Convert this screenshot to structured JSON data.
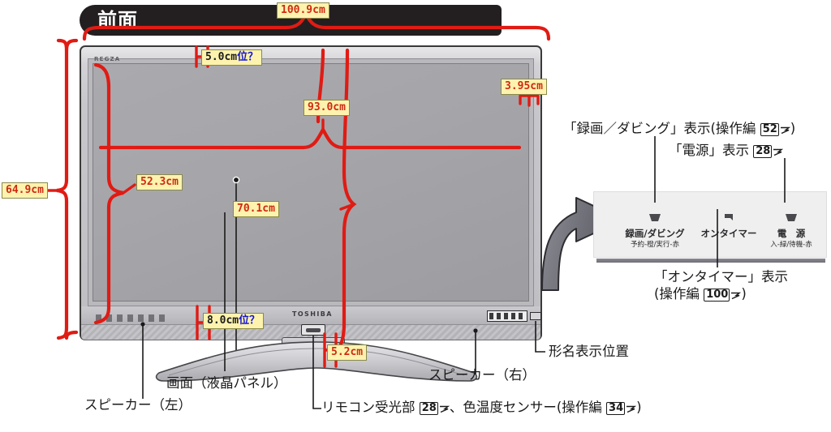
{
  "header": {
    "title": "前面"
  },
  "product": {
    "brand_top": "REGZA",
    "brand_bottom": "TOSHIBA"
  },
  "measurements": [
    {
      "id": "width-total",
      "value": "100.9cm",
      "kind": "plain"
    },
    {
      "id": "bezel-top",
      "value": "5.0cm",
      "suffix": "位？",
      "kind": "question"
    },
    {
      "id": "height-total",
      "value": "64.9cm",
      "kind": "plain"
    },
    {
      "id": "screen-width",
      "value": "93.0cm",
      "kind": "plain"
    },
    {
      "id": "bezel-right",
      "value": "3.95cm",
      "kind": "plain"
    },
    {
      "id": "screen-height",
      "value": "52.3cm",
      "kind": "plain"
    },
    {
      "id": "screen-diagonal",
      "value": "70.1cm",
      "kind": "plain"
    },
    {
      "id": "bezel-bottom",
      "value": "8.0cm",
      "suffix": "位？",
      "kind": "question"
    },
    {
      "id": "stand-height",
      "value": "5.2cm",
      "kind": "plain"
    }
  ],
  "callouts": {
    "rec_dub_indicator": {
      "pre": "「録画／ダビング」表示(操作編 ",
      "page": "52",
      "post": ")"
    },
    "power_indicator": {
      "pre": "「電源」表示 ",
      "page": "28",
      "post": ""
    },
    "on_timer_indicator_line1": "「オンタイマー」表示",
    "on_timer_indicator_line2": {
      "pre": "(操作編 ",
      "page": "100",
      "post": ")"
    },
    "model_name_position": "形名表示位置",
    "speaker_left": "スピーカー（左）",
    "speaker_right": "スピーカー（右）",
    "lcd_panel": "画面（液晶パネル）",
    "remote_sensor": {
      "pre": "リモコン受光部 ",
      "page1": "28",
      "mid": "、色温度センサー(操作編 ",
      "page2": "34",
      "post": ")"
    }
  },
  "indicator_panel": {
    "columns": [
      {
        "glyph": "rec-dub-lamp-icon",
        "main": "録画/ダビング",
        "sub": "予約-橙/実行-赤"
      },
      {
        "glyph": "on-timer-lamp-icon",
        "main": "オンタイマー",
        "sub": ""
      },
      {
        "glyph": "power-lamp-icon",
        "main": "電　源",
        "sub": "入-緑/待機-赤"
      }
    ]
  },
  "colors": {
    "annotation_red": "#e01b14",
    "chip_bg": "#fdf3ae",
    "chip_text": "#cf2a12",
    "question_blue": "#1414d8",
    "header_bg": "#231f20"
  }
}
